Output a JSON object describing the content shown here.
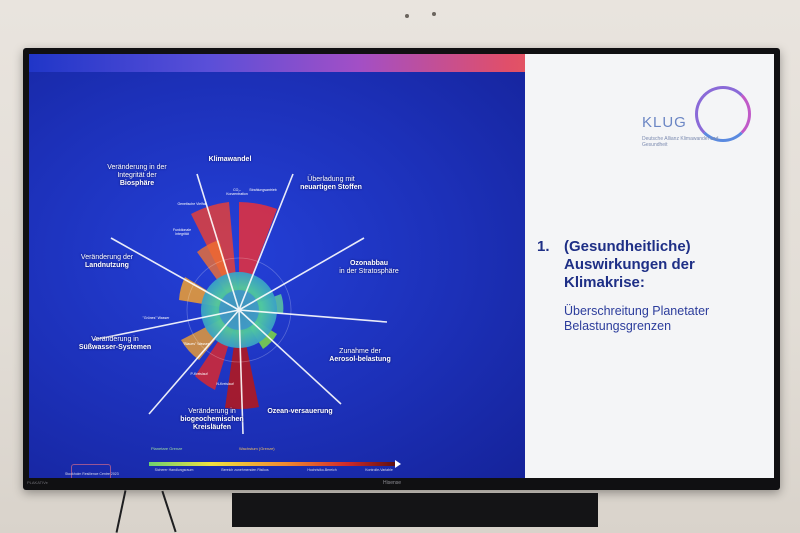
{
  "scene": {
    "wall_color": "#e6e1da",
    "tv_bezel_color": "#101012",
    "tv_brand": "Hisense",
    "tv_left_label": "PLAKATIVe"
  },
  "slide": {
    "accent_colors": [
      "#2036c8",
      "#a24fc6",
      "#e04f6a",
      "#f06a40"
    ],
    "logo": {
      "name": "KLUG",
      "subtitle": "Deutsche Allianz Klimawandel und Gesundheit"
    },
    "heading_number": "1.",
    "heading": "(Gesundheitliche) Auswirkungen der Klimakrise:",
    "subheading": "Überschreitung Planetater Belastungsgrenzen",
    "boundaries": [
      {
        "normal": "",
        "bold": "Klimawandel"
      },
      {
        "normal": "Überladung mit",
        "bold": "neuartigen Stoffen"
      },
      {
        "bold": "Ozonabbau",
        "normal": "in der Stratosphäre"
      },
      {
        "normal": "Zunahme der",
        "bold": "Aerosol-belastung"
      },
      {
        "bold": "Ozean-versauerung",
        "normal": ""
      },
      {
        "normal": "Veränderung in",
        "bold": "biogeochemischen Kreisläufen"
      },
      {
        "normal": "Veränderung in",
        "bold": "Süßwasser-Systemen"
      },
      {
        "normal": "Veränderung der",
        "bold": "Landnutzung"
      },
      {
        "normal": "Veränderung in der Integrität der",
        "bold": "Biosphäre"
      }
    ],
    "inner_labels": {
      "co2": "CO₂-Konzentration",
      "forcing": "Strahlungsantrieb",
      "genetic": "Genetische Vielfalt",
      "functional": "Funktionale Integrität",
      "green_water": "\"Grünes\" Wasser",
      "blue_water": "\"Blaues\" Wasser",
      "phosphorus": "P-Kreislauf",
      "nitrogen": "N-Kreislauf"
    },
    "legend": {
      "title_left": "Planetare Grenze",
      "title_right": "Wachstum (Grenze)",
      "zones": [
        "Sicherer Handlungsraum",
        "Bereich zunehmenden Risikos",
        "Hochrisiko-Bereich",
        "Kontrolle-Variable"
      ]
    },
    "footer_credit": "Stockholm Resilience Centre 2023"
  }
}
